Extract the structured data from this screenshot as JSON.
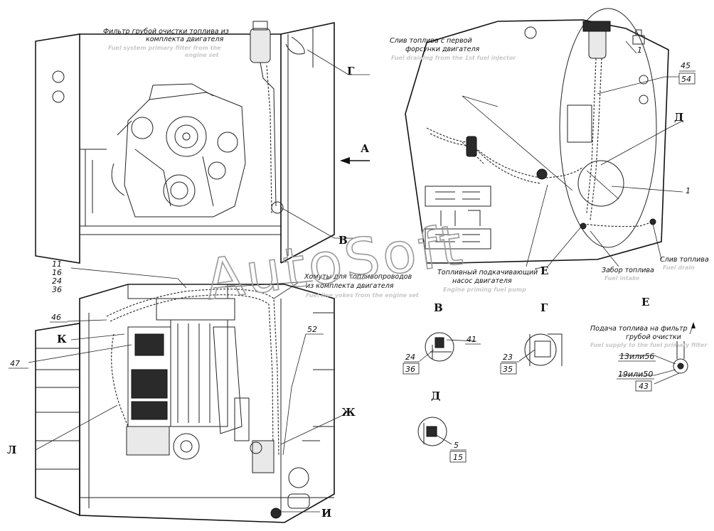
{
  "labels": {
    "filter_ru": [
      "Фильтр грубой очистки топлива из",
      "комплекта двигателя"
    ],
    "filter_en": [
      "Fuel system primary filter from the",
      "engine set"
    ],
    "drain_inj_ru": [
      "Слив топлива с первой",
      "форсунки двигателя"
    ],
    "drain_inj_en": "Fuel draining from the 1st fuel injector",
    "yokes_ru": [
      "Хомуты для топливопроводов",
      "из комплекта двигателя"
    ],
    "yokes_en": "Fuel line yokes from the engine set",
    "pump_ru": [
      "Топливный подкачивающий",
      "насос двигателя"
    ],
    "pump_en": "Engine priming fuel pump",
    "intake_ru": "Забор топлива",
    "intake_en": "Fuel intake",
    "fdrain_ru": "Слив топлива",
    "fdrain_en": "Fuel drain",
    "supply_ru": [
      "Подача топлива на фильтр",
      "грубой очистки"
    ],
    "supply_en": "Fuel supply to the fuel primary filter"
  },
  "letters": {
    "A": "А",
    "G1": "Г",
    "V1": "В",
    "K": "К",
    "L": "Л",
    "ZH": "Ж",
    "I": "И",
    "D1": "Д",
    "E1": "Е",
    "E2": "Е",
    "V2": "В",
    "G2": "Г",
    "D2": "Д"
  },
  "numbers": {
    "n45": "45",
    "n54": "54",
    "n1a": "1",
    "n1b": "1",
    "n11": "11",
    "n16": "16",
    "n24a": "24",
    "n36a": "36",
    "n46": "46",
    "n47": "47",
    "n52": "52",
    "n41": "41",
    "n24b": "24",
    "n36b": "36",
    "n23": "23",
    "n35": "35",
    "n13": "13или56",
    "n19": "19или50",
    "n43": "43",
    "n5": "5",
    "n15": "15"
  },
  "watermark": "AutoSoft"
}
